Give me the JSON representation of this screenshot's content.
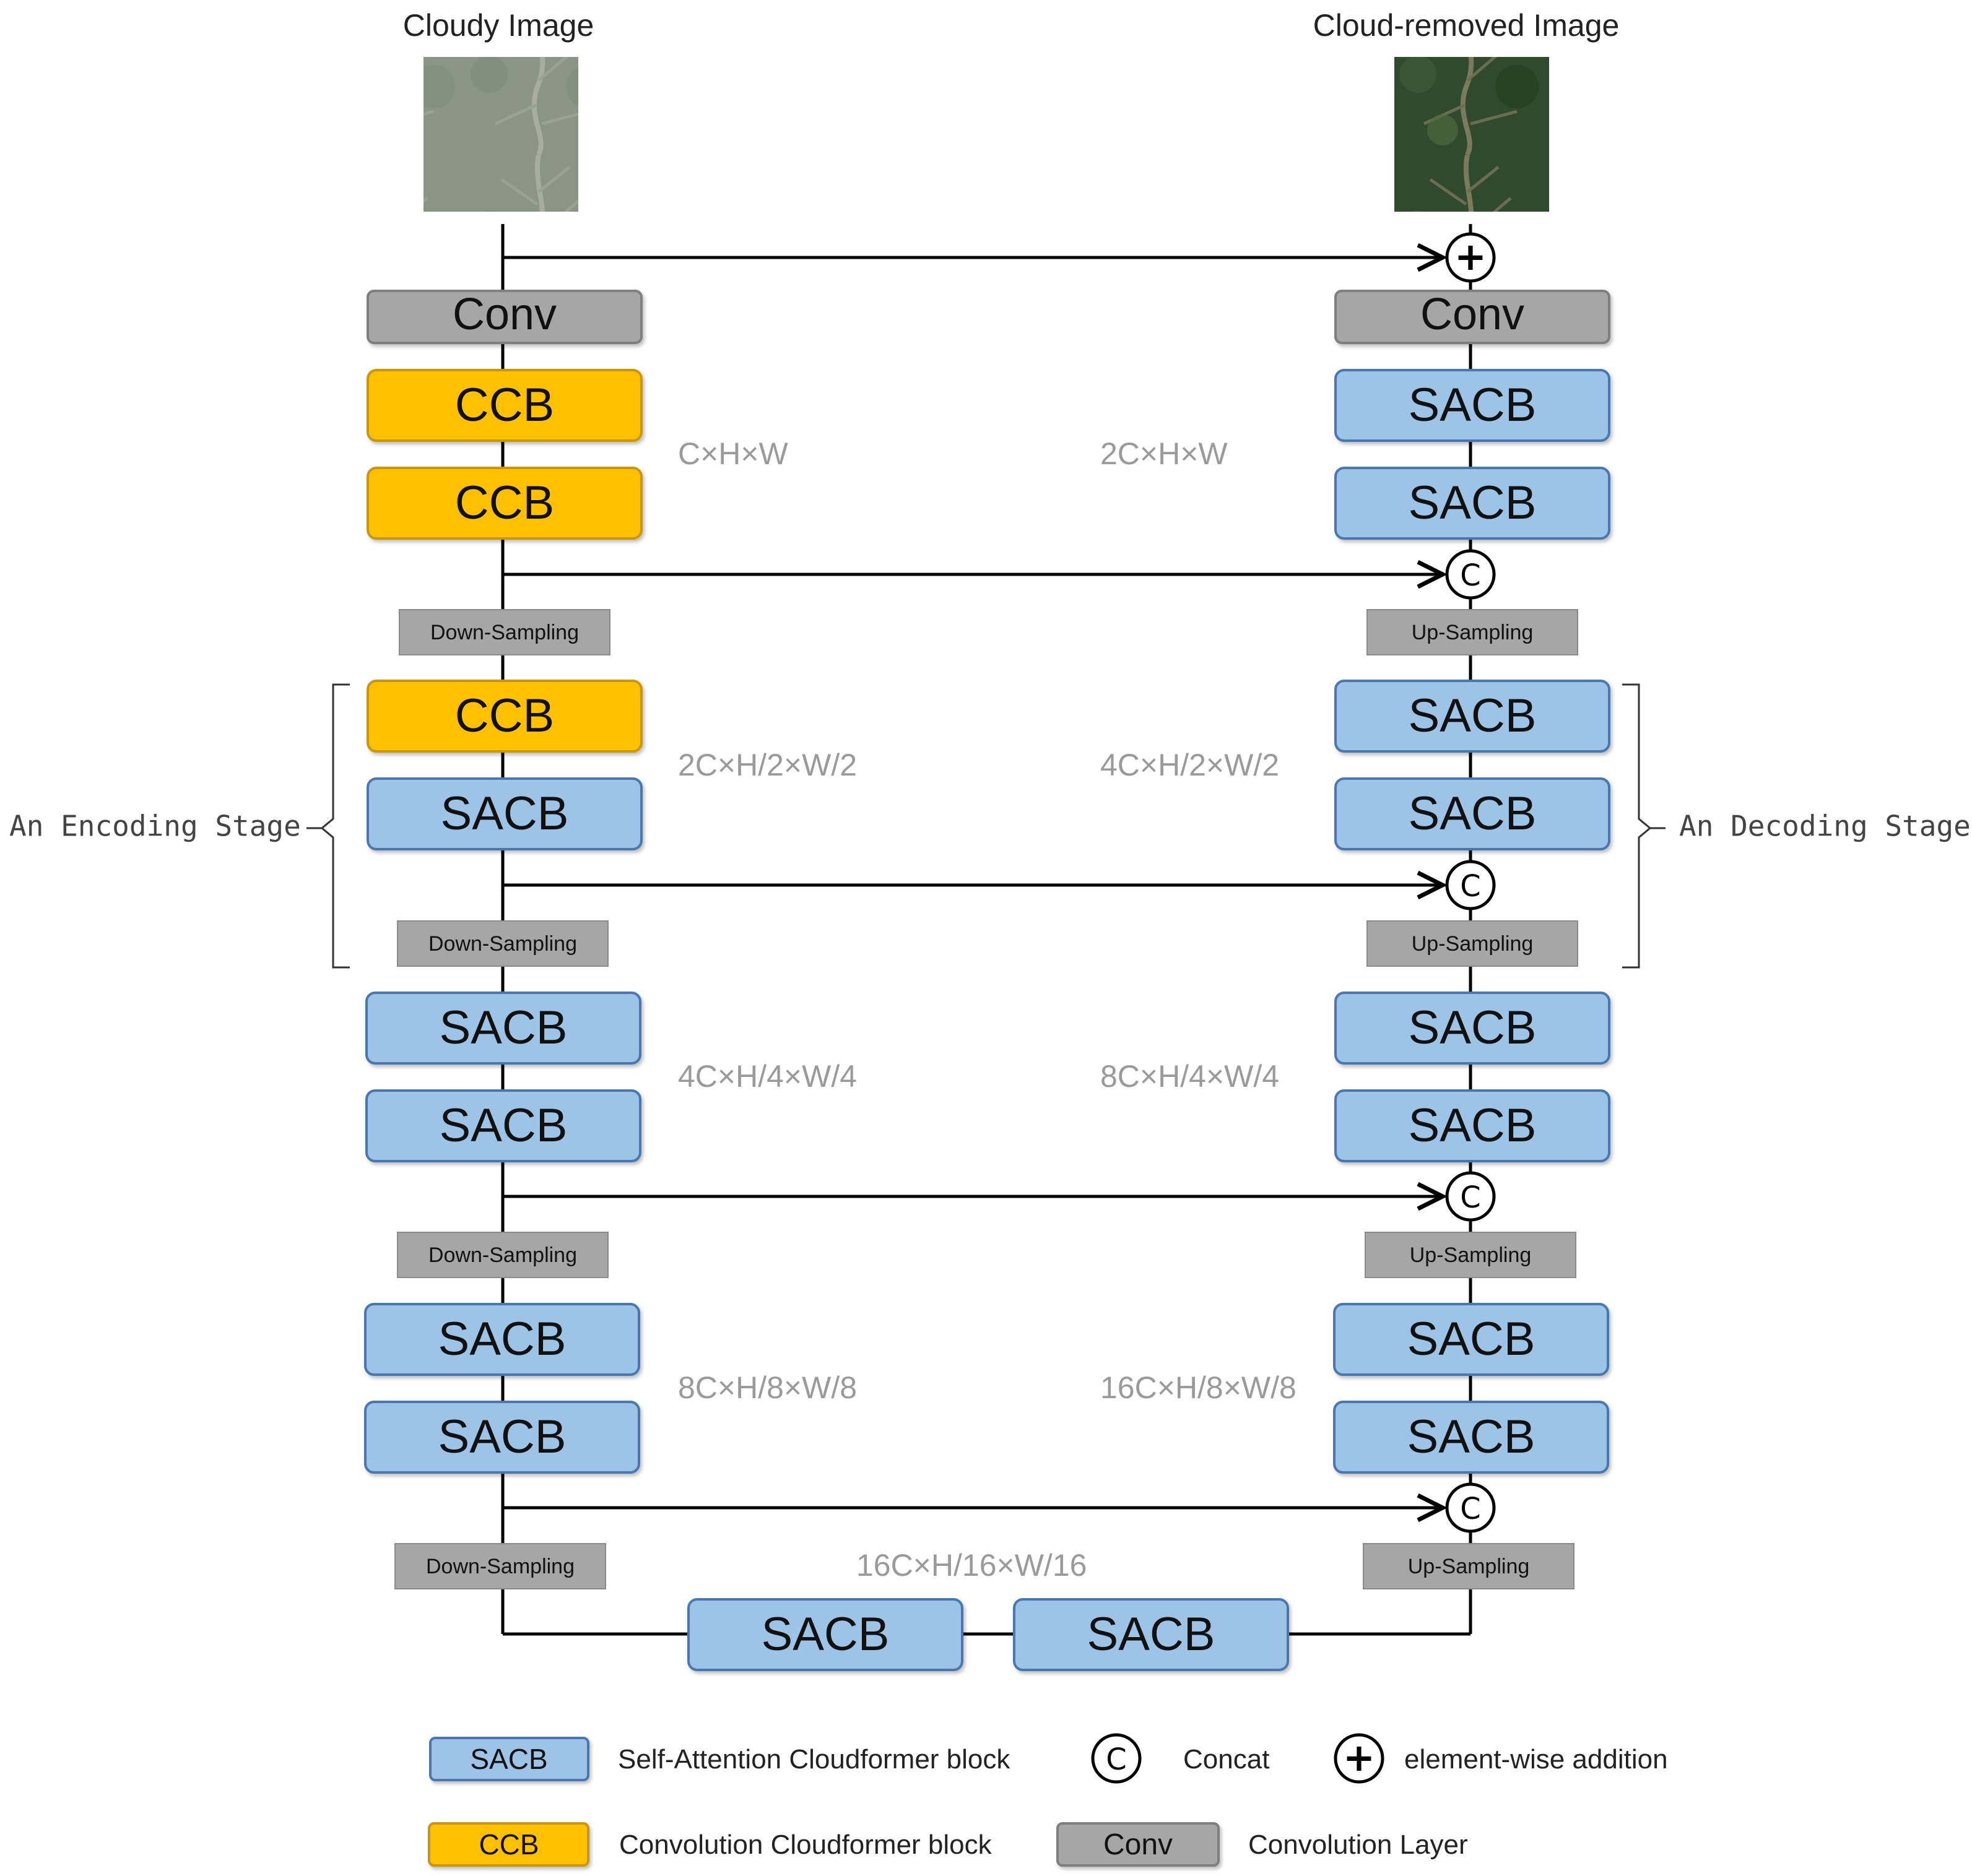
{
  "titles": {
    "input": "Cloudy Image",
    "output": "Cloud-removed Image"
  },
  "blocks": {
    "conv": "Conv",
    "ccb": "CCB",
    "sacb": "SACB",
    "down": "Down-Sampling",
    "up": "Up-Sampling"
  },
  "operators": {
    "add": "+",
    "concat": "C"
  },
  "dims": {
    "enc": [
      "C×H×W",
      "2C×H/2×W/2",
      "4C×H/4×W/4",
      "8C×H/8×W/8"
    ],
    "dec": [
      "2C×H×W",
      "4C×H/2×W/2",
      "8C×H/4×W/4",
      "16C×H/8×W/8"
    ],
    "bottleneck": "16C×H/16×W/16"
  },
  "stages": {
    "encoding": "An Encoding Stage",
    "decoding": "An Decoding Stage"
  },
  "legend": {
    "sacb_label": "SACB",
    "sacb_desc": "Self-Attention Cloudformer block",
    "ccb_label": "CCB",
    "ccb_desc": "Convolution Cloudformer block",
    "concat_symbol": "C",
    "concat_desc": "Concat",
    "conv_label": "Conv",
    "conv_desc": "Convolution Layer",
    "add_symbol": "+",
    "add_desc": "element-wise addition"
  },
  "colors": {
    "sacb_fill": "#9dc3e6",
    "sacb_stroke": "#4a78b0",
    "ccb_fill": "#ffc000",
    "ccb_stroke": "#c9960c",
    "conv_fill": "#a6a6a6",
    "conv_stroke": "#7f7f7f",
    "sample_fill": "#a6a6a6"
  }
}
